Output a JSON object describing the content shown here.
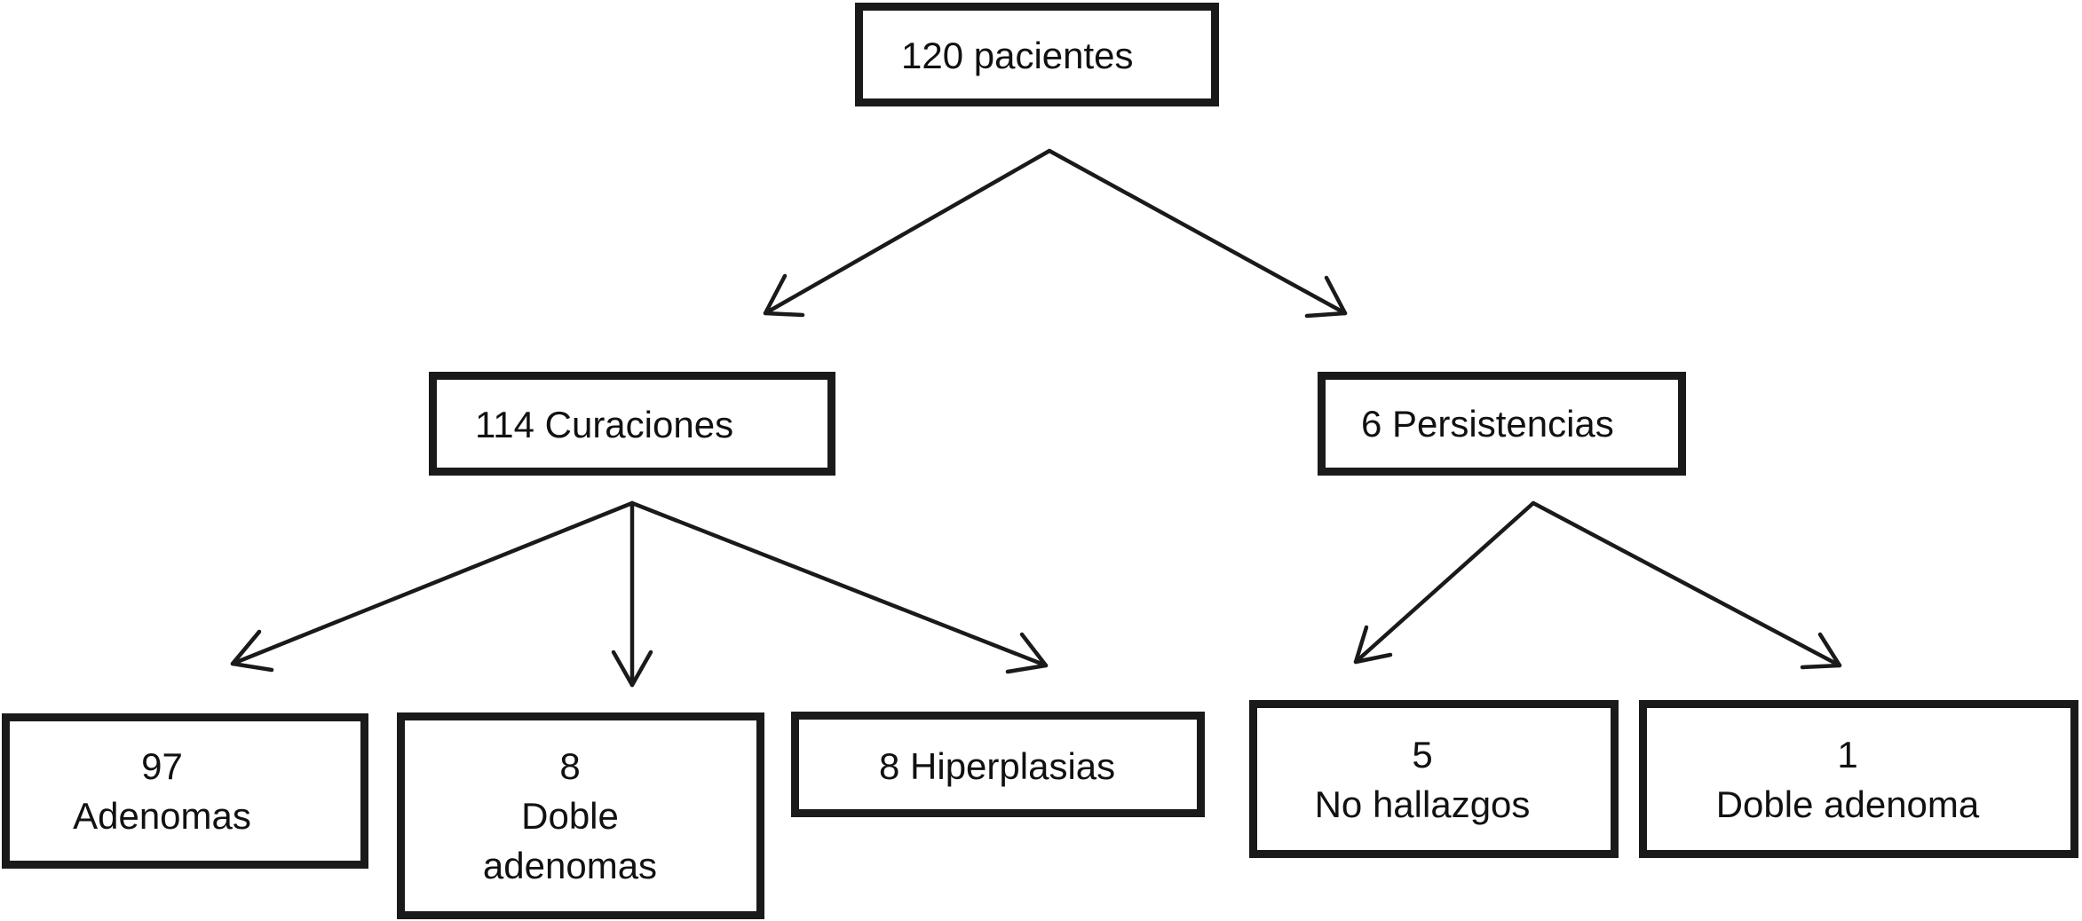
{
  "diagram": {
    "root": {
      "label": "120 pacientes"
    },
    "cure": {
      "label": "114 Curaciones"
    },
    "persist": {
      "label": "6 Persistencias"
    },
    "adenomas": {
      "count": "97",
      "label": "Adenomas"
    },
    "double": {
      "count": "8",
      "label_1": "Doble",
      "label_2": "adenomas"
    },
    "hyper": {
      "label": "8 Hiperplasias"
    },
    "nofind": {
      "count": "5",
      "label": "No hallazgos"
    },
    "double_one": {
      "count": "1",
      "label": "Doble adenoma"
    }
  }
}
